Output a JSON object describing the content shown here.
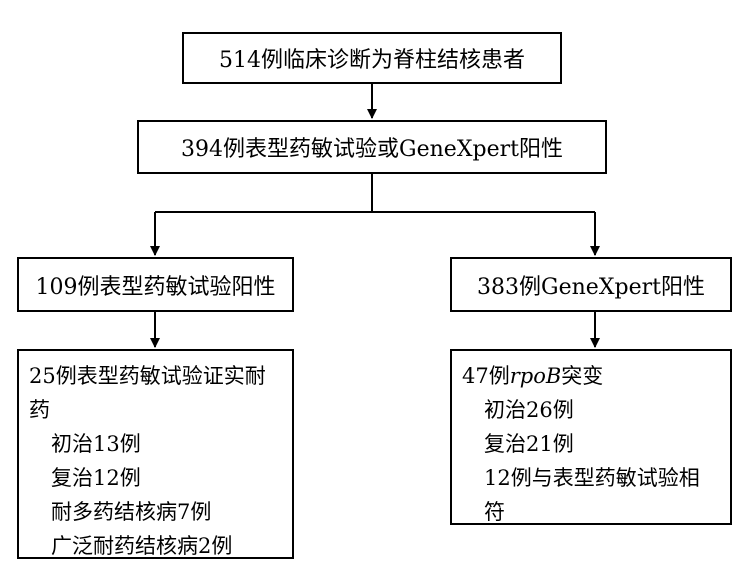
{
  "boxes": {
    "top": "514例临床诊断为脊柱结核患者",
    "second": "394例表型药敏试验或GeneXpert阳性",
    "left_mid": "109例表型药敏试验阳性",
    "right_mid": "383例GeneXpert阳性"
  },
  "left_detail": {
    "heading": "25例表型药敏试验证实耐药",
    "items": [
      "初治13例",
      "复治12例",
      "耐多药结核病7例",
      "广泛耐药结核病2例"
    ]
  },
  "right_detail": {
    "count": "47例",
    "gene": "rpoB",
    "suffix": "突变",
    "items": [
      "初治26例",
      "复治21例"
    ],
    "match_line": "12例与表型药敏试验相符"
  }
}
